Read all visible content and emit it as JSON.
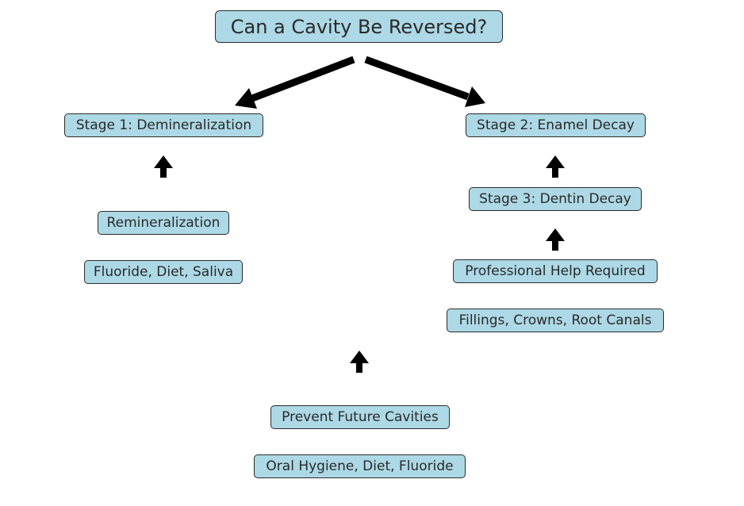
{
  "diagram": {
    "title": "Can a Cavity Be Reversed?",
    "nodes": {
      "stage1": "Stage 1: Demineralization",
      "stage2": "Stage 2: Enamel Decay",
      "stage3": "Stage 3: Dentin Decay",
      "remineralization": "Remineralization",
      "remineralization_methods": "Fluoride, Diet, Saliva",
      "professional_help": "Professional Help Required",
      "treatments": "Fillings, Crowns, Root Canals",
      "prevent": "Prevent Future Cavities",
      "prevention_methods": "Oral Hygiene, Diet, Fluoride"
    },
    "colors": {
      "node_fill": "#add8e6",
      "node_border": "#2b2b2b",
      "arrow": "#000000",
      "text": "#2a2a2a"
    }
  }
}
